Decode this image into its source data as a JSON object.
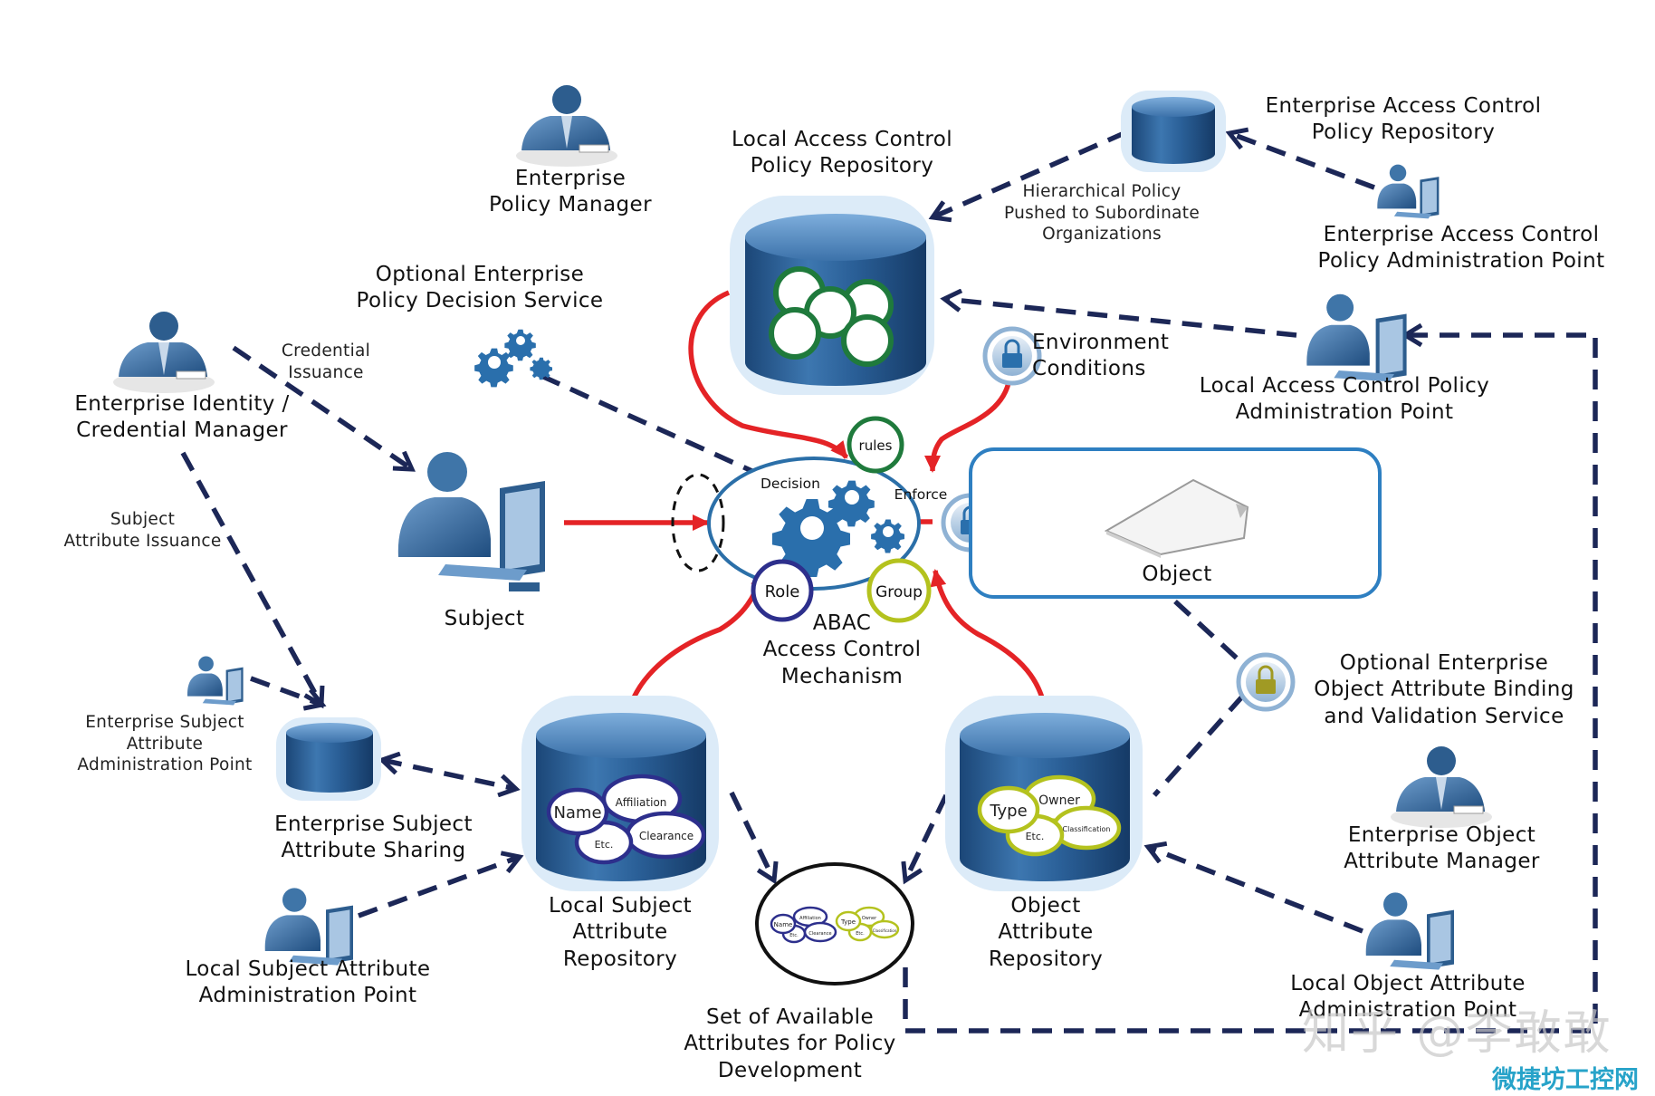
{
  "colors": {
    "dashed_edge": "#1c2757",
    "red_edge": "#e42326",
    "cylinder_dark": "#1e4f82",
    "cylinder_light": "#5b8fc2",
    "object_frame": "#2e7fc1",
    "person": "#3a6f9e"
  },
  "nodes": {
    "enterprise_policy_manager": {
      "label": "Enterprise\nPolicy  Manager",
      "icon": "person-at-desk-icon"
    },
    "local_acp_repository": {
      "label": "Local Access Control\nPolicy Repository",
      "icon": "database-icon"
    },
    "hierarchical_policy": {
      "label": "Hierarchical Policy\nPushed to Subordinate\nOrganizations"
    },
    "enterprise_acp_repository": {
      "label": "Enterprise Access Control\nPolicy Repository",
      "icon": "database-icon"
    },
    "enterprise_acp_admin_point": {
      "label": "Enterprise Access Control\nPolicy Administration Point",
      "icon": "person-at-computer-icon"
    },
    "optional_enterprise_pds": {
      "label": "Optional Enterprise\nPolicy Decision Service",
      "icon": "gears-icon"
    },
    "enterprise_identity_manager": {
      "label": "Enterprise Identity /\nCredential Manager",
      "icon": "person-at-desk-icon"
    },
    "credential_issuance": {
      "label": "Credential\nIssuance"
    },
    "environment_conditions": {
      "label": "Environment\nConditions",
      "icon": "lock-icon"
    },
    "local_acp_admin_point": {
      "label": "Local Access Control Policy\nAdministration Point",
      "icon": "person-at-computer-icon"
    },
    "subject_attribute_issuance": {
      "label": "Subject\nAttribute Issuance"
    },
    "subject": {
      "label": "Subject",
      "icon": "person-at-computer-icon"
    },
    "abac_mechanism": {
      "label": "ABAC\nAccess Control\nMechanism",
      "decision": "Decision",
      "enforce": "Enforce",
      "rules": "rules",
      "role": "Role",
      "group": "Group"
    },
    "object": {
      "label": "Object",
      "icon": "document-icon"
    },
    "optional_object_binding_service": {
      "label": "Optional Enterprise\nObject Attribute Binding\nand Validation Service",
      "icon": "lock-icon"
    },
    "enterprise_subject_attribute_admin_point": {
      "label": "Enterprise Subject\nAttribute\nAdministration Point",
      "icon": "person-at-computer-icon"
    },
    "enterprise_subject_attribute_sharing": {
      "label": "Enterprise Subject\nAttribute Sharing",
      "icon": "database-icon"
    },
    "local_subject_attribute_repository": {
      "label": "Local Subject\nAttribute\nRepository",
      "icon": "database-icon",
      "attrs": [
        "Name",
        "Affiliation",
        "Etc.",
        "Clearance"
      ]
    },
    "object_attribute_repository": {
      "label": "Object\nAttribute\nRepository",
      "icon": "database-icon",
      "attrs": [
        "Type",
        "Owner",
        "Etc.",
        "Classification"
      ]
    },
    "enterprise_object_attribute_manager": {
      "label": "Enterprise Object\nAttribute Manager",
      "icon": "person-at-desk-icon"
    },
    "local_subject_attribute_admin_point": {
      "label": "Local Subject Attribute\nAdministration Point",
      "icon": "person-at-computer-icon"
    },
    "set_of_available_attributes": {
      "label": "Set of Available\nAttributes for Policy\nDevelopment",
      "attrs": [
        "Name",
        "Affiliation",
        "Etc.",
        "Clearance",
        "Type",
        "Owner",
        "Etc.",
        "Classification"
      ]
    },
    "local_object_attribute_admin_point": {
      "label": "Local Object Attribute\nAdministration Point",
      "icon": "person-at-computer-icon"
    }
  },
  "edges": [
    {
      "from": "enterprise_acp_repository",
      "to": "local_acp_repository",
      "style": "dashed",
      "label": "Hierarchical Policy\nPushed to Subordinate\nOrganizations"
    },
    {
      "from": "enterprise_acp_admin_point",
      "to": "enterprise_acp_repository",
      "style": "dashed"
    },
    {
      "from": "local_acp_admin_point",
      "to": "local_acp_repository",
      "style": "dashed"
    },
    {
      "from": "enterprise_identity_manager",
      "to": "subject",
      "style": "dashed",
      "label": "Credential\nIssuance"
    },
    {
      "from": "enterprise_identity_manager",
      "to": "enterprise_subject_attribute_sharing",
      "style": "dashed",
      "label": "Subject\nAttribute Issuance"
    },
    {
      "from": "optional_enterprise_pds",
      "to": "abac_mechanism",
      "style": "dashed"
    },
    {
      "from": "subject",
      "to": "abac_mechanism",
      "style": "solid-red"
    },
    {
      "from": "local_acp_repository",
      "to": "abac_mechanism",
      "style": "solid-red"
    },
    {
      "from": "environment_conditions",
      "to": "abac_mechanism",
      "style": "solid-red"
    },
    {
      "from": "abac_mechanism",
      "to": "object",
      "style": "dashed-red"
    },
    {
      "from": "local_subject_attribute_repository",
      "to": "abac_mechanism",
      "style": "solid-red"
    },
    {
      "from": "object_attribute_repository",
      "to": "abac_mechanism",
      "style": "solid-red"
    },
    {
      "from": "enterprise_subject_attribute_admin_point",
      "to": "enterprise_subject_attribute_sharing",
      "style": "dashed"
    },
    {
      "from": "enterprise_subject_attribute_sharing",
      "to": "local_subject_attribute_repository",
      "style": "dashed-bidirectional"
    },
    {
      "from": "local_subject_attribute_admin_point",
      "to": "local_subject_attribute_repository",
      "style": "dashed"
    },
    {
      "from": "local_subject_attribute_repository",
      "to": "set_of_available_attributes",
      "style": "dashed"
    },
    {
      "from": "object_attribute_repository",
      "to": "set_of_available_attributes",
      "style": "dashed"
    },
    {
      "from": "object",
      "to": "object_attribute_repository",
      "style": "dashed",
      "via": "optional_object_binding_service"
    },
    {
      "from": "local_object_attribute_admin_point",
      "to": "object_attribute_repository",
      "style": "dashed"
    },
    {
      "from": "set_of_available_attributes",
      "to": "local_acp_admin_point",
      "style": "dashed"
    }
  ],
  "watermark": {
    "text": "知乎 @李敢敢",
    "site": "微捷坊工控网"
  }
}
